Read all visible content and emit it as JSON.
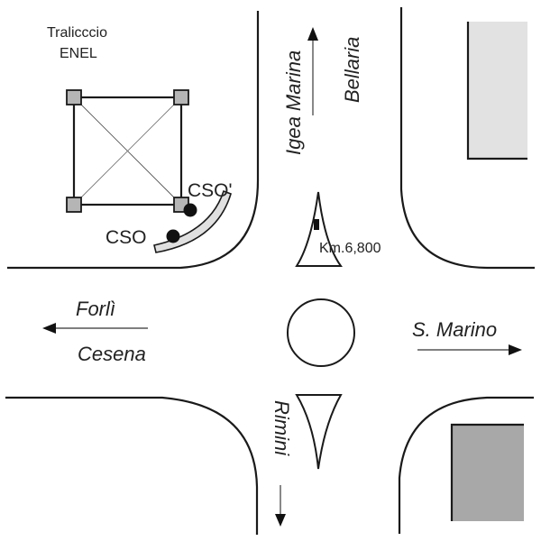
{
  "diagram": {
    "title_labels": {
      "tower": [
        "Tralicccio",
        "ENEL"
      ],
      "cso_prime": "CSO'",
      "cso": "CSO",
      "km_marker": "Km.6,800"
    },
    "directions": {
      "north": [
        "Igea Marina",
        "Bellaria"
      ],
      "west": [
        "Forlì",
        "Cesena"
      ],
      "east": "S. Marino",
      "south": "Rimini"
    },
    "colors": {
      "line": "#1a1a1a",
      "building_ne": "#e2e2e2",
      "building_se": "#a8a8a8",
      "tower_corner": "#b5b5b5",
      "cso_strip": "#e0e0e0"
    }
  }
}
